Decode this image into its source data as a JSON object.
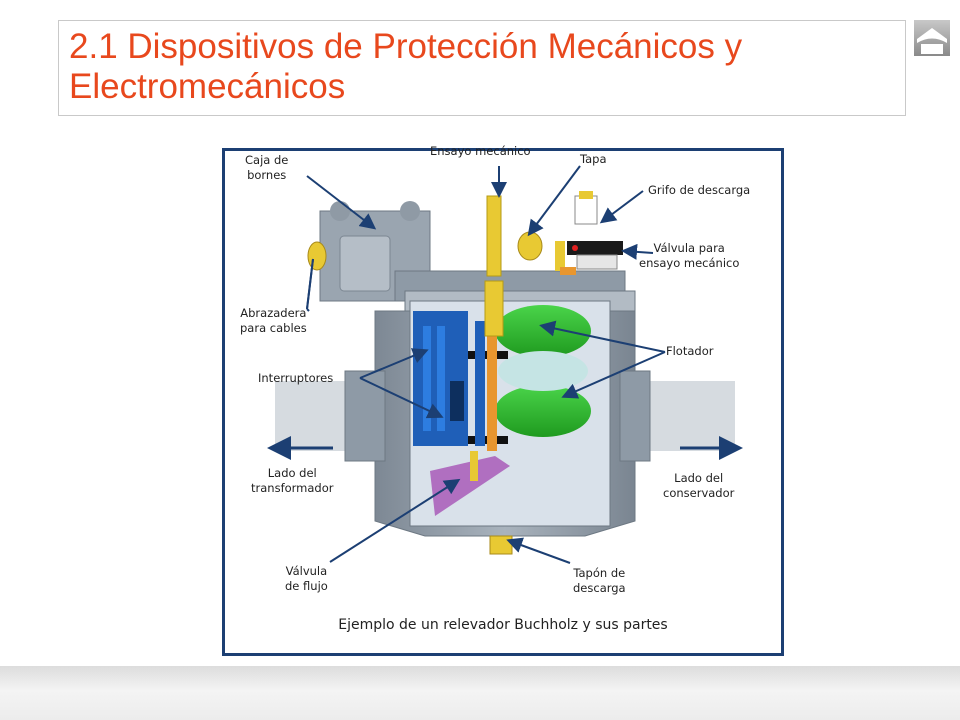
{
  "slide": {
    "title": "2.1 Dispositivos de Protección Mecánicos y Electromecánicos"
  },
  "nav": {
    "icon": "home-icon"
  },
  "figure": {
    "caption": "Ejemplo de un relevador Buchholz y sus partes",
    "labels": {
      "caja_bornes": "Caja de\nbornes",
      "ensayo_mecanico": "Ensayo mecánico",
      "tapa": "Tapa",
      "grifo_descarga": "Grifo de descarga",
      "valvula_ensayo": "Válvula para\nensayo mecánico",
      "abrazadera": "Abrazadera\npara cables",
      "flotador": "Flotador",
      "interruptores": "Interruptores",
      "lado_transformador": "Lado del\ntransformador",
      "lado_conservador": "Lado del\nconservador",
      "valvula_flujo": "Válvula\nde flujo",
      "tapon_descarga": "Tapón de\ndescarga"
    }
  },
  "colors": {
    "title": "#e8481d",
    "frame": "#1c3f73",
    "arrow": "#1c3f73",
    "body": "#8e9aa6",
    "switch": "#1f5fb8",
    "float": "#2fbf2f",
    "brass": "#e8c933",
    "flow_valve": "#b06fc0"
  }
}
